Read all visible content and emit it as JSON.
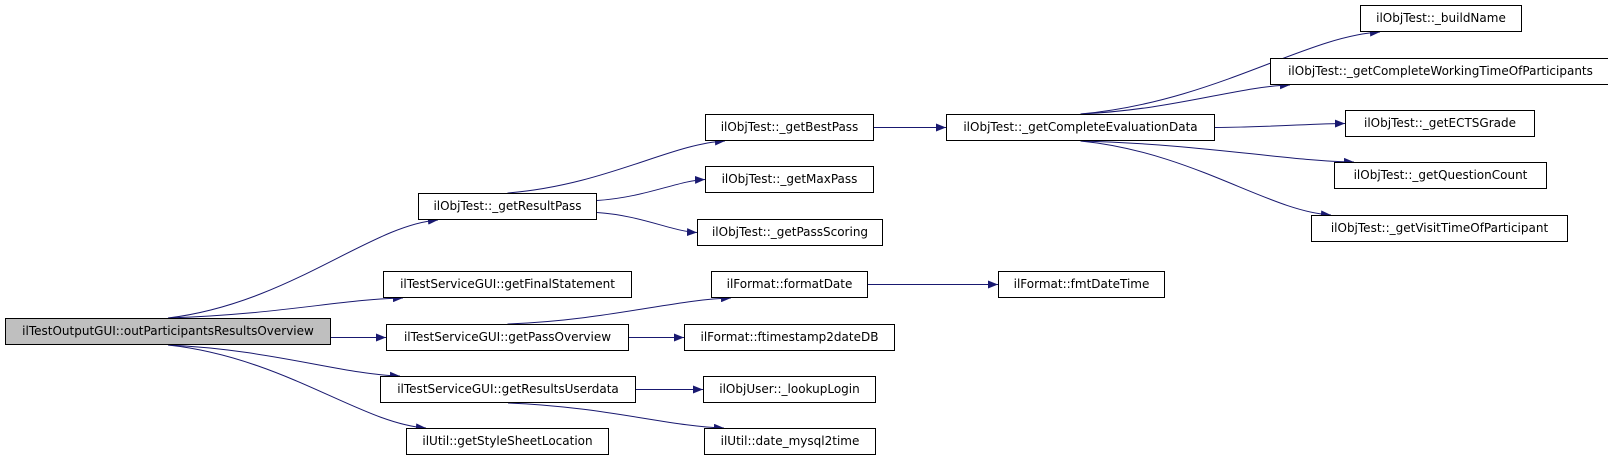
{
  "colors": {
    "edge": "#191970",
    "root_fill": "#bfbfbf",
    "node_border": "#000000"
  },
  "nodes": {
    "n0": {
      "label": "ilTestOutputGUI::outParticipantsResultsOverview"
    },
    "n1": {
      "label": "ilObjTest::_getResultPass"
    },
    "n2": {
      "label": "ilTestServiceGUI::getFinalStatement"
    },
    "n3": {
      "label": "ilTestServiceGUI::getPassOverview"
    },
    "n4": {
      "label": "ilTestServiceGUI::getResultsUserdata"
    },
    "n5": {
      "label": "ilUtil::getStyleSheetLocation"
    },
    "n6": {
      "label": "ilObjTest::_getBestPass"
    },
    "n7": {
      "label": "ilObjTest::_getMaxPass"
    },
    "n8": {
      "label": "ilObjTest::_getPassScoring"
    },
    "n9": {
      "label": "ilFormat::formatDate"
    },
    "n10": {
      "label": "ilFormat::ftimestamp2dateDB"
    },
    "n11": {
      "label": "ilObjUser::_lookupLogin"
    },
    "n12": {
      "label": "ilUtil::date_mysql2time"
    },
    "n13": {
      "label": "ilObjTest::_getCompleteEvaluationData"
    },
    "n14": {
      "label": "ilFormat::fmtDateTime"
    },
    "n15": {
      "label": "ilObjTest::_buildName"
    },
    "n16": {
      "label": "ilObjTest::_getCompleteWorkingTimeOfParticipants"
    },
    "n17": {
      "label": "ilObjTest::_getECTSGrade"
    },
    "n18": {
      "label": "ilObjTest::_getQuestionCount"
    },
    "n19": {
      "label": "ilObjTest::_getVisitTimeOfParticipant"
    }
  },
  "edges": [
    [
      "n0",
      "n1"
    ],
    [
      "n0",
      "n2"
    ],
    [
      "n0",
      "n3"
    ],
    [
      "n0",
      "n4"
    ],
    [
      "n0",
      "n5"
    ],
    [
      "n1",
      "n6"
    ],
    [
      "n1",
      "n7"
    ],
    [
      "n1",
      "n8"
    ],
    [
      "n3",
      "n9"
    ],
    [
      "n3",
      "n10"
    ],
    [
      "n4",
      "n11"
    ],
    [
      "n4",
      "n12"
    ],
    [
      "n6",
      "n13"
    ],
    [
      "n9",
      "n14"
    ],
    [
      "n13",
      "n15"
    ],
    [
      "n13",
      "n16"
    ],
    [
      "n13",
      "n17"
    ],
    [
      "n13",
      "n18"
    ],
    [
      "n13",
      "n19"
    ]
  ]
}
